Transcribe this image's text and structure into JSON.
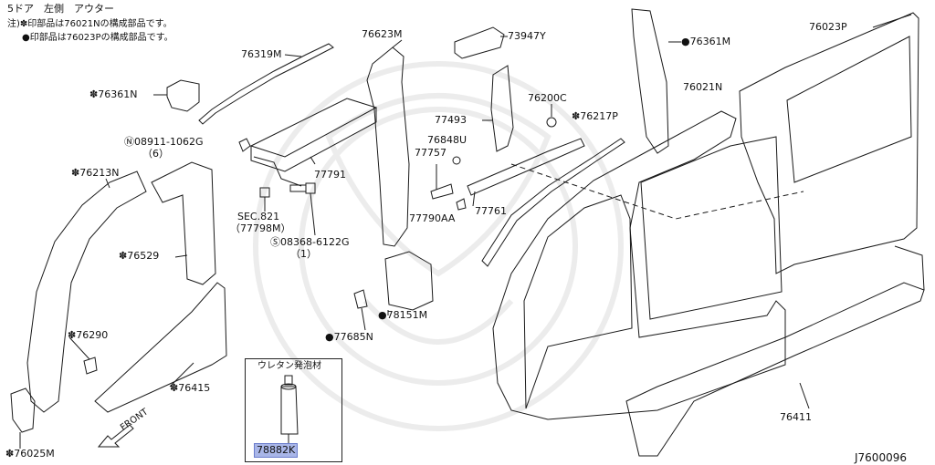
{
  "header": {
    "title": "5ドア　左側　アウター",
    "note1": "注)✽印部品は76021Nの構成部品です。",
    "note2": "●印部品は76023Pの構成部品です。"
  },
  "labels": {
    "p76319M": "76319M",
    "p76361N": "✽76361N",
    "p08911": "Ⓝ08911-1062G",
    "p08911_qty": "（6）",
    "p76213N": "✽76213N",
    "p76529": "✽76529",
    "p76290": "✽76290",
    "p76415": "✽76415",
    "p76025M": "✽76025M",
    "p76623M": "76623M",
    "p77791": "77791",
    "sec821": "SEC.821",
    "sec821_ref": "（77798M）",
    "p08368": "Ⓢ08368-6122G",
    "p08368_qty": "（1）",
    "p73947Y": "73947Y",
    "p77493": "77493",
    "p76848U": "76848U",
    "p77757": "77757",
    "p77790AA": "77790AA",
    "p77761": "77761",
    "p76200C": "76200C",
    "p76217P": "✽76217P",
    "p76361M": "●76361M",
    "p76021N": "76021N",
    "p76023P": "76023P",
    "p78151M": "●78151M",
    "p77685N": "●77685N",
    "p76411": "76411",
    "inset_title": "ウレタン発泡材",
    "p78882K": "78882K",
    "front": "FRONT",
    "diagram_code": "J7600096"
  },
  "colors": {
    "line": "#1a1a1a",
    "highlight": "#a9b6e8",
    "watermark": "#e9e9e9"
  }
}
